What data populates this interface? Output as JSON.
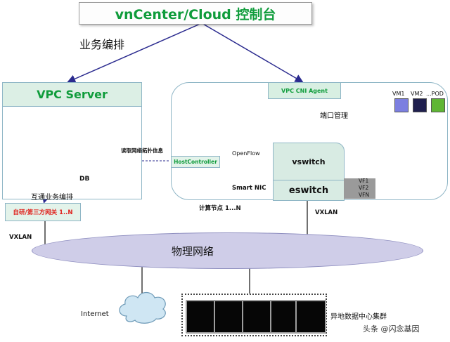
{
  "title": "vnCenter/Cloud 控制台",
  "orchestration_label": "业务编排",
  "vpc_server": {
    "label": "VPC Server",
    "db_label": "DB"
  },
  "read_topology_label": "读取网络拓扑信息",
  "compute_node": {
    "cni_agent": "VPC CNI Agent",
    "port_mgmt": "端口管理",
    "host_controller": "HostController",
    "openflow": "OpenFlow",
    "vswitch": "vswitch",
    "eswitch": "eswitch",
    "smart_nic": "Smart NIC",
    "vf_labels": [
      "VF1",
      "VF2",
      "VFN"
    ],
    "vms": [
      {
        "label": "VM1",
        "color": "#7c7fe0"
      },
      {
        "label": "VM2",
        "color": "#1f1f4e"
      },
      {
        "label": "...POD",
        "color": "#5fb634"
      }
    ],
    "node_label": "计算节点 1...N"
  },
  "interconnect_label": "互通业务编排",
  "gateway_label": "自研/第三方网关 1..N",
  "vxlan_left": "VXLAN",
  "vxlan_right": "VXLAN",
  "physical_network": "物理网络",
  "internet": "Internet",
  "remote_dc_label": "异地数据中心集群",
  "watermark": "头条 @闪念基因",
  "colors": {
    "title_green": "#0f9c3b",
    "arrow_blue": "#2b2b8f",
    "gateway_red": "#e0201b",
    "ellipse_fill": "#cfcde8"
  }
}
